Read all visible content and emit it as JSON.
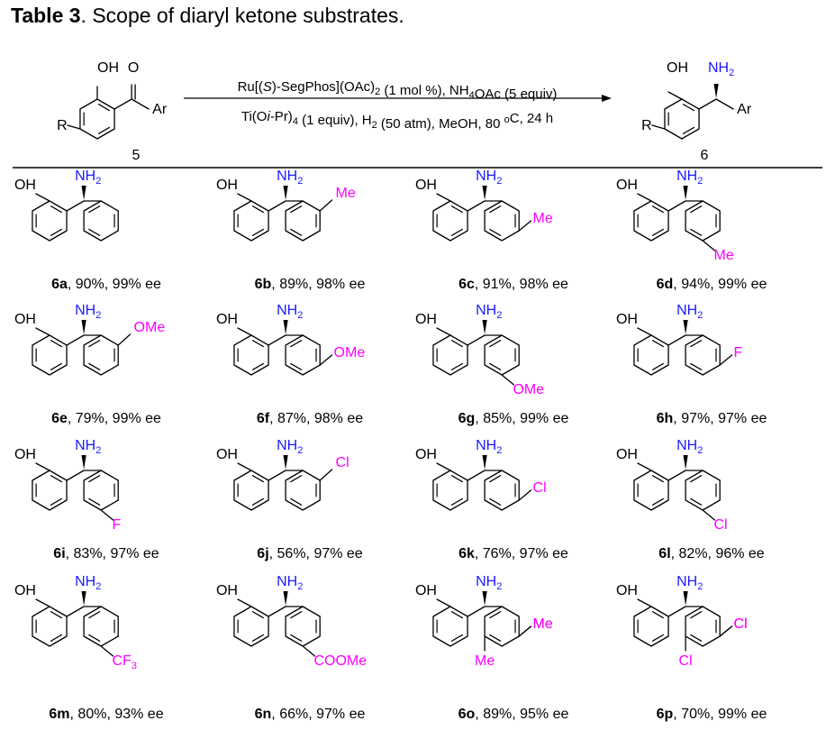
{
  "title": {
    "label": "Table 3",
    "text": ". Scope of diaryl ketone substrates."
  },
  "scheme": {
    "reactant_number": "5",
    "product_number": "6",
    "r_label": "R",
    "oh": "OH",
    "o": "O",
    "ar": "Ar",
    "nh2": "NH",
    "conditions_line1": [
      "Ru[(",
      "S",
      ")-SegPhos](OAc)",
      "2",
      " (1 mol %), NH",
      "4",
      "OAc (5 equiv)"
    ],
    "conditions_line2": [
      "Ti(O",
      "i",
      "-Pr)",
      "4",
      " (1 equiv), H",
      "2",
      " (50 atm), MeOH, 80 ",
      "o",
      "C, 24 h"
    ]
  },
  "colors": {
    "amine": "#1a1aff",
    "substituent": "#ff00ff",
    "text": "#000000"
  },
  "entries": [
    {
      "id": "6a",
      "yield": "90%",
      "ee": "99% ee",
      "sub": "",
      "pos": ""
    },
    {
      "id": "6b",
      "yield": "89%",
      "ee": "98% ee",
      "sub": "Me",
      "pos": "ortho"
    },
    {
      "id": "6c",
      "yield": "91%",
      "ee": "98% ee",
      "sub": "Me",
      "pos": "meta"
    },
    {
      "id": "6d",
      "yield": "94%",
      "ee": "99% ee",
      "sub": "Me",
      "pos": "para"
    },
    {
      "id": "6e",
      "yield": "79%",
      "ee": "99% ee",
      "sub": "OMe",
      "pos": "ortho"
    },
    {
      "id": "6f",
      "yield": "87%",
      "ee": "98% ee",
      "sub": "OMe",
      "pos": "meta"
    },
    {
      "id": "6g",
      "yield": "85%",
      "ee": "99% ee",
      "sub": "OMe",
      "pos": "para"
    },
    {
      "id": "6h",
      "yield": "97%",
      "ee": "97% ee",
      "sub": "F",
      "pos": "meta"
    },
    {
      "id": "6i",
      "yield": "83%",
      "ee": "97% ee",
      "sub": "F",
      "pos": "para"
    },
    {
      "id": "6j",
      "yield": "56%",
      "ee": "97% ee",
      "sub": "Cl",
      "pos": "ortho"
    },
    {
      "id": "6k",
      "yield": "76%",
      "ee": "97% ee",
      "sub": "Cl",
      "pos": "meta"
    },
    {
      "id": "6l",
      "yield": "82%",
      "ee": "96% ee",
      "sub": "Cl",
      "pos": "para"
    },
    {
      "id": "6m",
      "yield": "80%",
      "ee": "93% ee",
      "sub": "CF3",
      "pos": "para"
    },
    {
      "id": "6n",
      "yield": "66%",
      "ee": "97% ee",
      "sub": "COOMe",
      "pos": "para"
    },
    {
      "id": "6o",
      "yield": "89%",
      "ee": "95% ee",
      "sub": "Me",
      "pos": "meta,meta"
    },
    {
      "id": "6p",
      "yield": "70%",
      "ee": "99% ee",
      "sub": "Cl",
      "pos": "meta,meta"
    }
  ]
}
